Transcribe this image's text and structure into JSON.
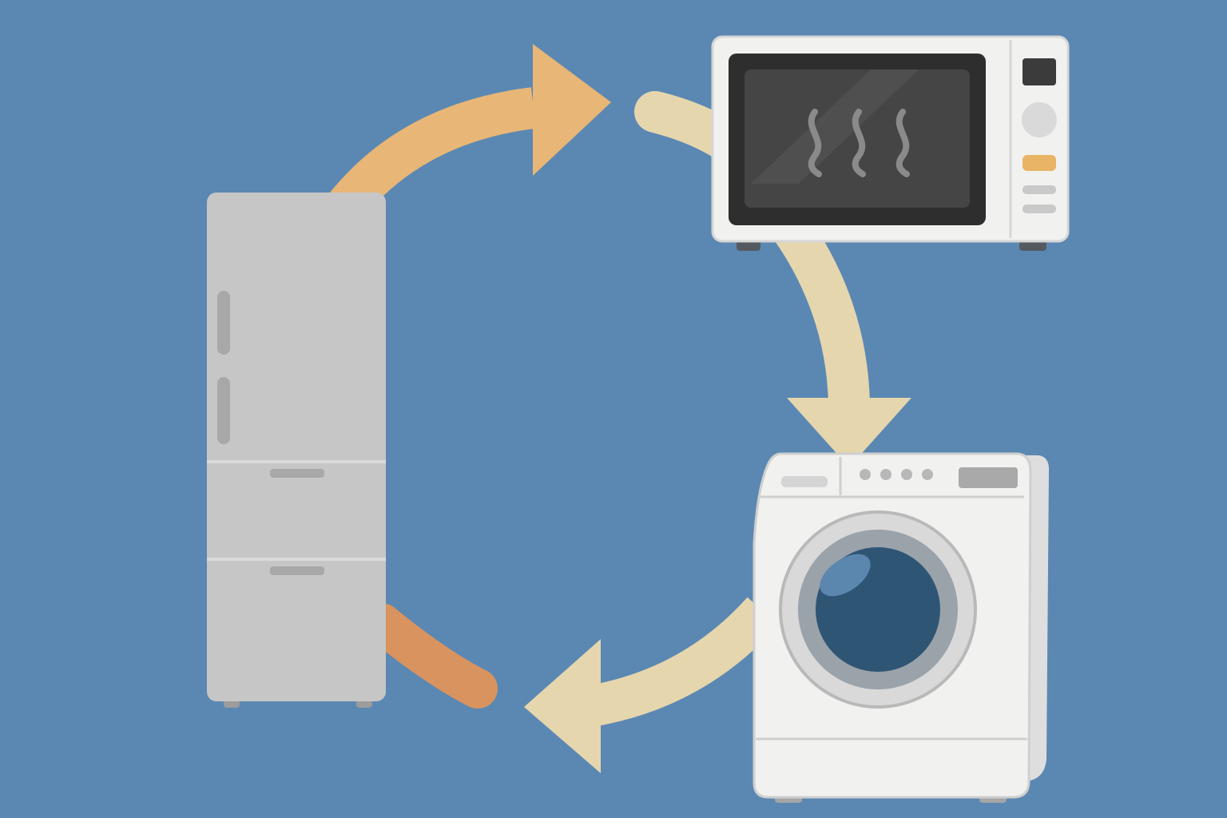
{
  "colors": {
    "background": "#5b88b2",
    "arrow_orange": "#e8b677",
    "arrow_orange_dark": "#d9935f",
    "arrow_cream": "#e5d6ae",
    "fridge_body": "#c6c6c6",
    "fridge_handle": "#a8a8a8",
    "appliance_white": "#f1f1ef",
    "appliance_outline": "#cfcfcf",
    "microwave_window": "#3b3b3b",
    "microwave_button_accent": "#e9b466",
    "washer_door_ring": "#9aa2aa",
    "washer_glass": "#2f5575"
  },
  "nodes": [
    {
      "id": "fridge",
      "icon": "refrigerator-icon"
    },
    {
      "id": "microwave",
      "icon": "microwave-icon"
    },
    {
      "id": "washer",
      "icon": "washing-machine-icon"
    }
  ],
  "cycle": [
    {
      "from": "fridge",
      "to": "microwave",
      "icon": "curved-arrow-right-icon"
    },
    {
      "from": "microwave",
      "to": "washer",
      "icon": "curved-arrow-down-icon"
    },
    {
      "from": "washer",
      "to": "fridge",
      "icon": "curved-arrow-left-icon"
    }
  ]
}
